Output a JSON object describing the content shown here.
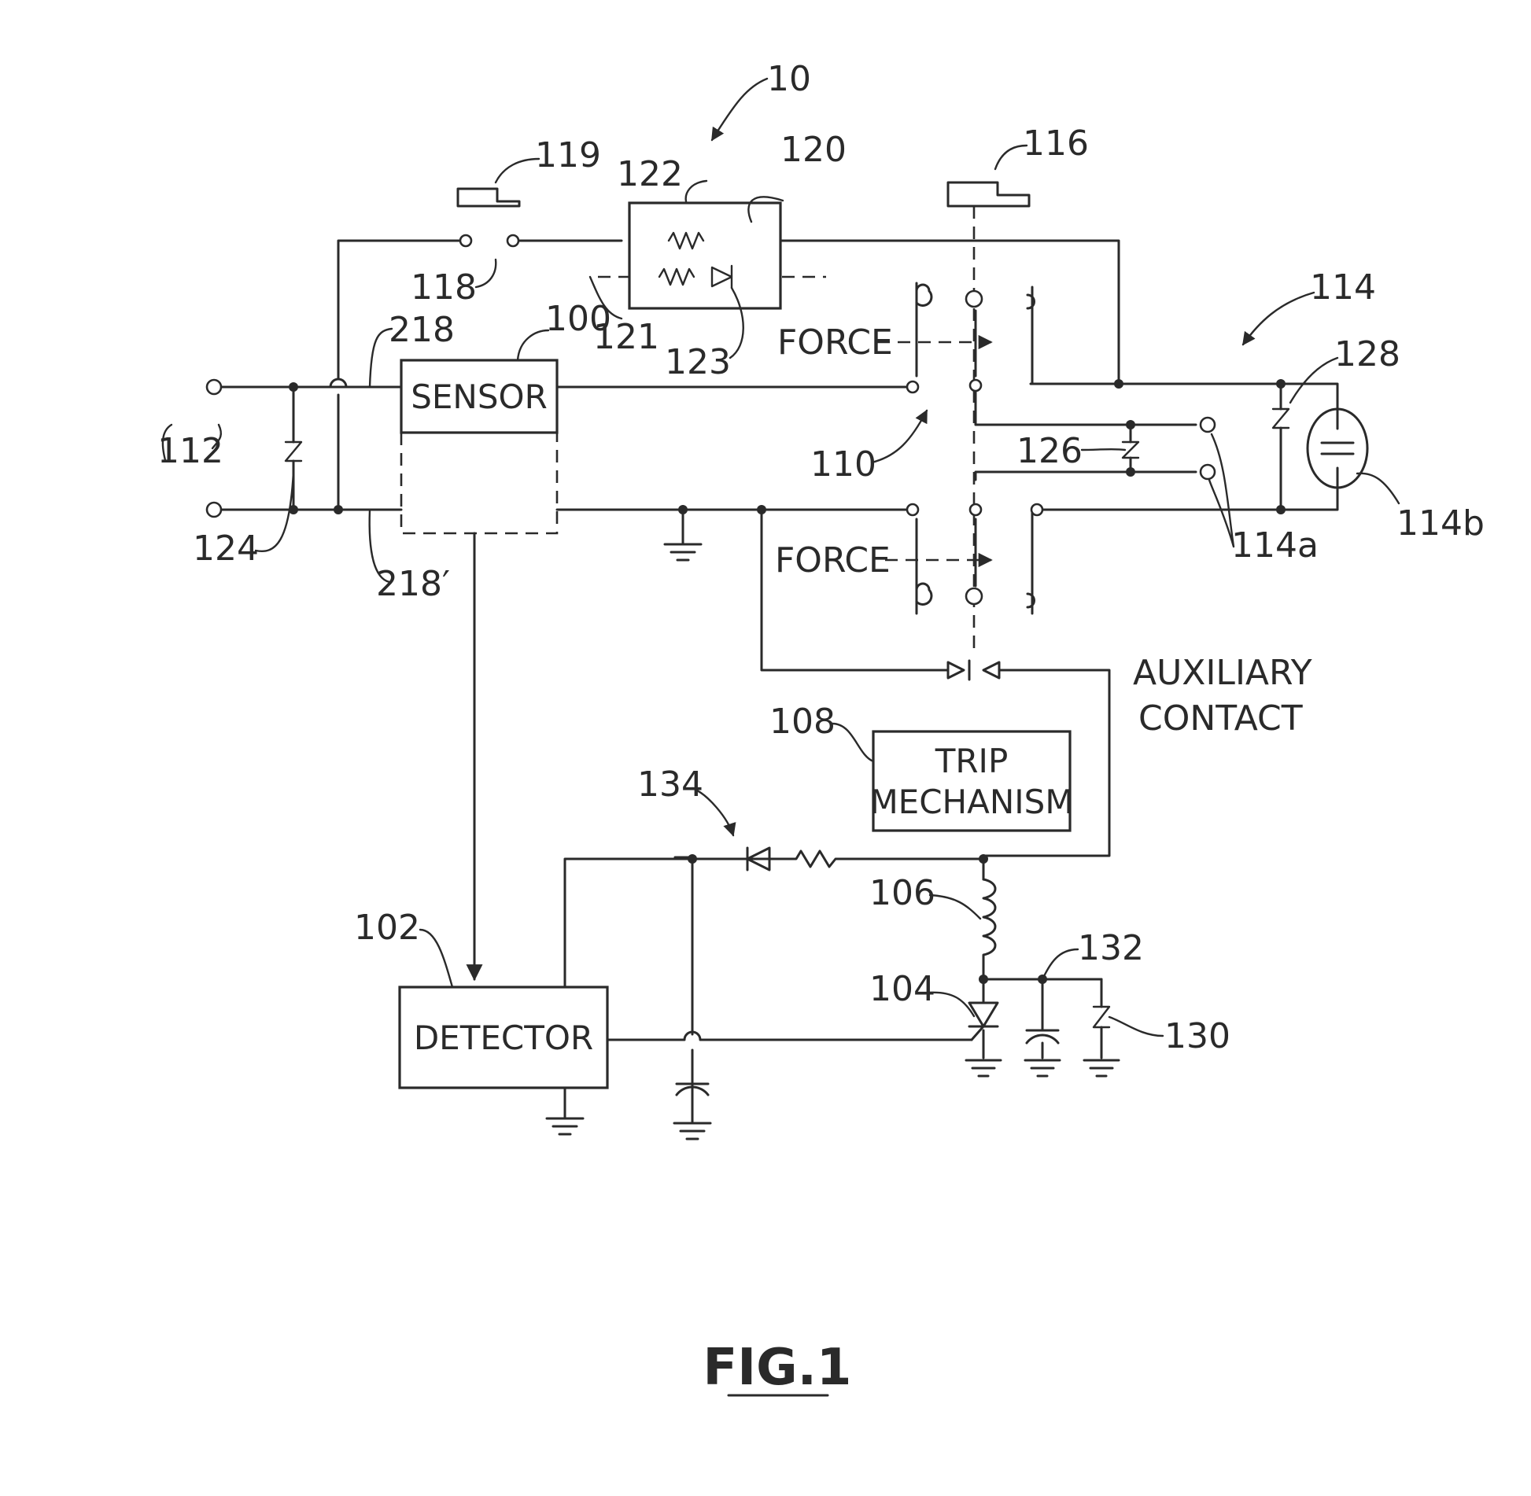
{
  "figure": {
    "caption": "FIG.1"
  },
  "blocks": {
    "sensor": "SENSOR",
    "detector": "DETECTOR",
    "trip_line1": "TRIP",
    "trip_line2": "MECHANISM"
  },
  "annotations": {
    "force_top": "FORCE",
    "force_bottom": "FORCE",
    "auxiliary_line1": "AUXILIARY",
    "auxiliary_line2": "CONTACT"
  },
  "reference_numerals": {
    "r10": "10",
    "r100": "100",
    "r102": "102",
    "r104": "104",
    "r106": "106",
    "r108": "108",
    "r110": "110",
    "r112": "112",
    "r114": "114",
    "r114a": "114a",
    "r114b": "114b",
    "r116": "116",
    "r118": "118",
    "r119": "119",
    "r120": "120",
    "r121": "121",
    "r122": "122",
    "r123": "123",
    "r124": "124",
    "r126": "126",
    "r128": "128",
    "r130": "130",
    "r132": "132",
    "r134": "134",
    "r218": "218",
    "r218p": "218′"
  }
}
